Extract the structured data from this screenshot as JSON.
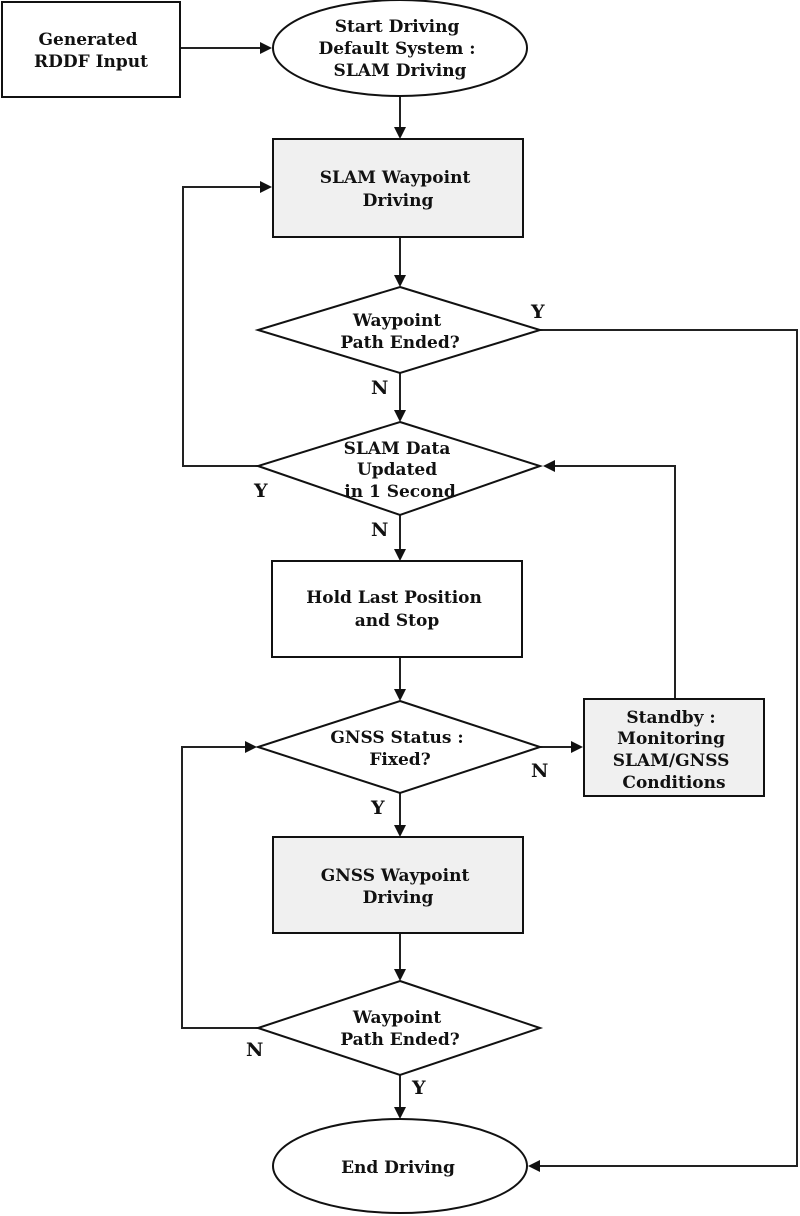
{
  "nodes": {
    "rddf_input": {
      "lines": [
        "Generated",
        "RDDF Input"
      ]
    },
    "start_driving": {
      "lines": [
        "Start Driving",
        "Default System :",
        "SLAM Driving"
      ]
    },
    "slam_waypoint_driving": {
      "lines": [
        "SLAM Waypoint",
        "Driving"
      ]
    },
    "slam_path_ended": {
      "lines": [
        "Waypoint",
        "Path Ended?"
      ]
    },
    "slam_data_updated": {
      "lines": [
        "SLAM Data",
        "Updated",
        "in 1 Second"
      ]
    },
    "hold_last_position": {
      "lines": [
        "Hold Last Position",
        "and Stop"
      ]
    },
    "gnss_status_fixed": {
      "lines": [
        "GNSS Status :",
        "Fixed?"
      ]
    },
    "standby_monitoring": {
      "lines": [
        "Standby :",
        "Monitoring",
        "SLAM/GNSS",
        "Conditions"
      ]
    },
    "gnss_waypoint_driving": {
      "lines": [
        "GNSS Waypoint",
        "Driving"
      ]
    },
    "gnss_path_ended": {
      "lines": [
        "Waypoint",
        "Path Ended?"
      ]
    },
    "end_driving": {
      "lines": [
        "End Driving"
      ]
    }
  },
  "edge_labels": {
    "slam_path_ended_yes": "Y",
    "slam_path_ended_no": "N",
    "slam_data_updated_yes": "Y",
    "slam_data_updated_no": "N",
    "gnss_status_fixed_yes": "Y",
    "gnss_status_fixed_no": "N",
    "gnss_path_ended_yes": "Y",
    "gnss_path_ended_no": "N"
  },
  "colors": {
    "line": "#222222",
    "text": "#111111",
    "process_fill": "#ffffff",
    "highlight_fill": "#f0f0f0"
  }
}
